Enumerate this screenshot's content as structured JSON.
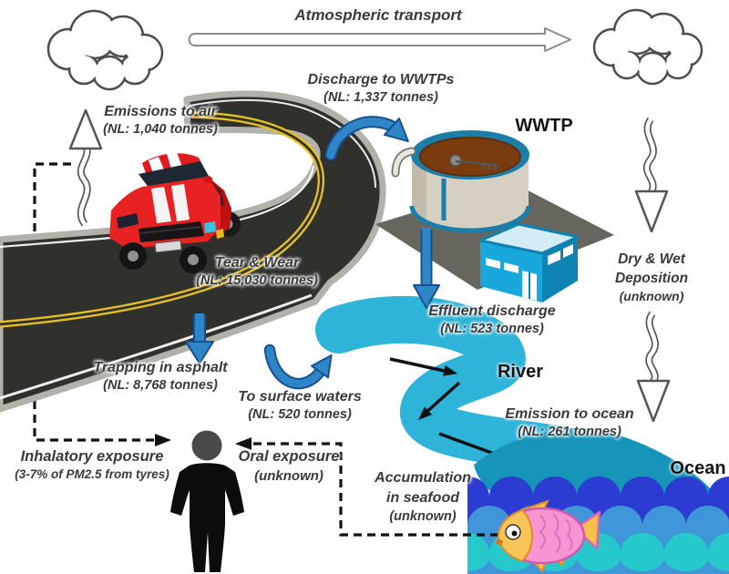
{
  "labels": {
    "atmospheric_transport": "Atmospheric transport",
    "emissions_to_air": {
      "label": "Emissions to air",
      "value": "(NL: 1,040 tonnes)"
    },
    "discharge_to_wwtps": {
      "label": "Discharge to WWTPs",
      "value": "(NL: 1,337 tonnes)"
    },
    "wwtp": "WWTP",
    "dry_wet_deposition": {
      "line1": "Dry & Wet",
      "line2": "Deposition",
      "value": "(unknown)"
    },
    "tear_and_wear": {
      "label": "Tear & Wear",
      "value": "(NL: 15,030 tonnes)"
    },
    "trapping_in_asphalt": {
      "label": "Trapping in asphalt",
      "value": "(NL: 8,768 tonnes)"
    },
    "to_surface_waters": {
      "label": "To surface waters",
      "value": "(NL: 520 tonnes)"
    },
    "effluent_discharge": {
      "label": "Effluent discharge",
      "value": "(NL: 523 tonnes)"
    },
    "river": "River",
    "emission_to_ocean": {
      "label": "Emission to ocean",
      "value": "(NL: 261 tonnes)"
    },
    "ocean": "Ocean",
    "inhalatory_exposure": {
      "label": "Inhalatory exposure",
      "value": "(3-7% of PM2.5 from tyres)"
    },
    "oral_exposure": {
      "label": "Oral exposure",
      "value": "(unknown)"
    },
    "accumulation_in_seafood": {
      "line1": "Accumulation",
      "line2": "in seafood",
      "value": "(unknown)"
    }
  },
  "colors": {
    "arrow_blue": "#2e86c9",
    "arrow_blue_dark": "#17518f",
    "river_cyan": "#2db4d8",
    "river_mouth_teal": "#1694b9",
    "ocean_royal": "#2c3bd1",
    "ocean_steel": "#3f96d8",
    "ocean_turquoise": "#25c9cb",
    "car_red": "#e02020",
    "road_asphalt": "#30302d",
    "road_line_yellow": "#e7c122",
    "wwtp_tank_brown": "#7a3c0e",
    "wwtp_building_blue": "#18a8db",
    "fish_pink": "#f795d2",
    "fish_orange": "#f6c04a",
    "text_dark": "#3a3a3a"
  }
}
